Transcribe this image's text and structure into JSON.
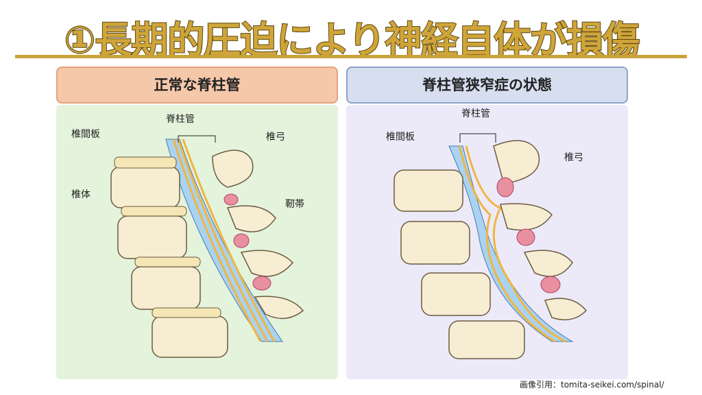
{
  "title": "①長期的圧迫により神経自体が損傷",
  "left_panel": {
    "heading": "正常な脊柱管",
    "labels": {
      "disc": "椎間板",
      "canal": "脊柱管",
      "lamina": "椎弓",
      "body": "椎体",
      "ligament": "靭帯"
    }
  },
  "right_panel": {
    "heading": "脊柱管狭窄症の状態",
    "labels": {
      "canal": "脊柱管",
      "disc": "椎間板",
      "lamina": "椎弓"
    }
  },
  "credit": "画像引用：tomita-seikei.com/spinal/",
  "colors": {
    "title": "#cfa53a",
    "left_head": "#f6c8aa",
    "right_head": "#d6def0",
    "left_bg": "#e4f3dc",
    "right_bg": "#ece9f8"
  }
}
